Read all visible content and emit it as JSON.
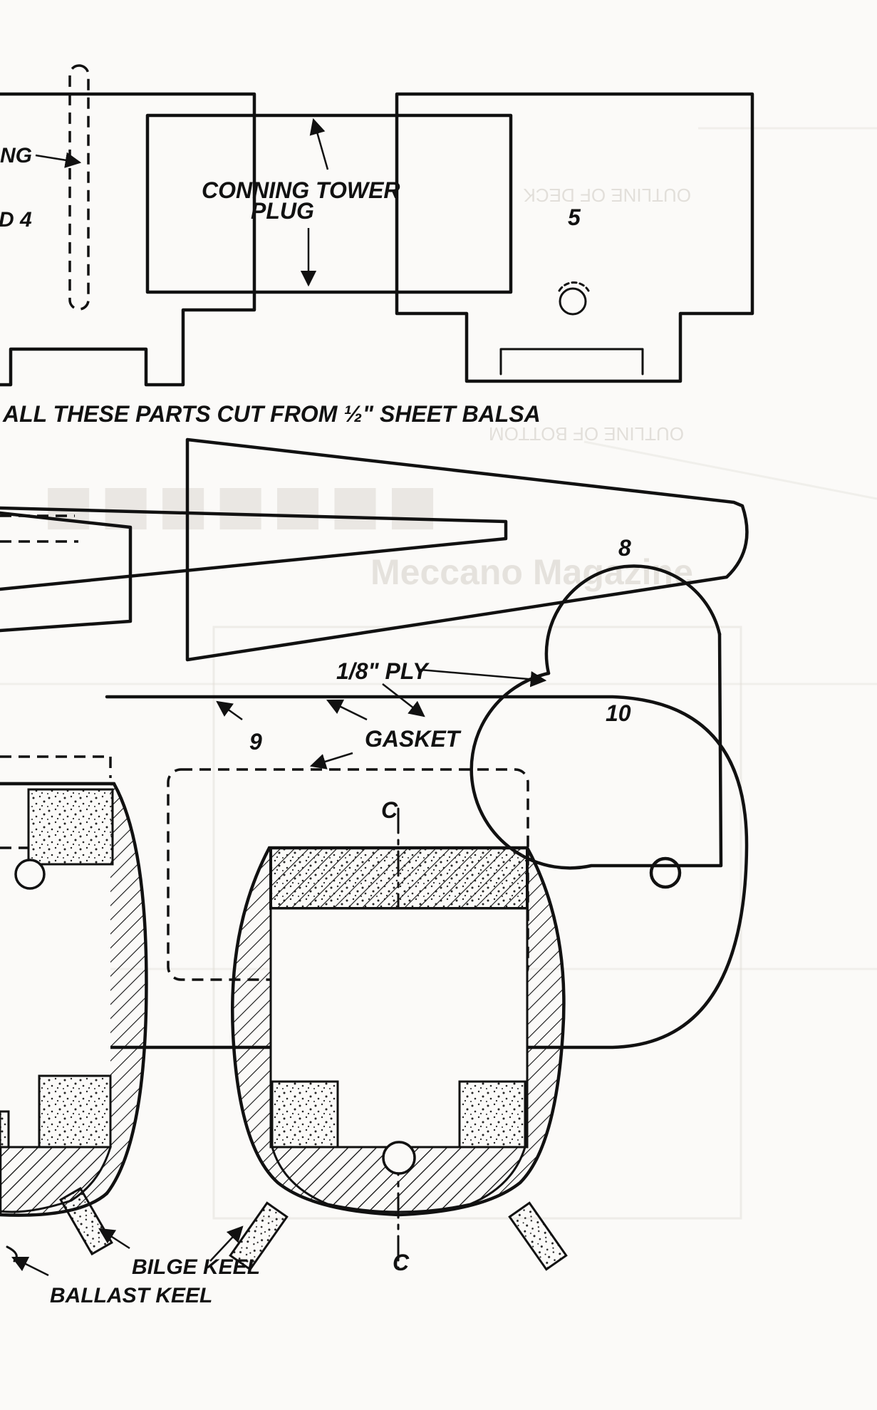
{
  "labels": {
    "ng": "NG",
    "d4": "D 4",
    "conning_tower_line1": "CONNING TOWER",
    "conning_tower_line2": "PLUG",
    "part5": "5",
    "sheet_note": "ALL THESE PARTS CUT FROM ½\" SHEET BALSA",
    "part8": "8",
    "ply": "1/8\" PLY",
    "part10": "10",
    "part9": "9",
    "gasket": "GASKET",
    "centre_top": "C",
    "centre_bottom": "C",
    "bilge_keel": "BILGE KEEL",
    "ballast_keel": "BALLAST KEEL"
  },
  "watermark": {
    "magazine": "Meccano Magazine",
    "outline_deck": "OUTLINE OF DECK",
    "outline_bottom": "OUTLINE OF BOTTOM"
  },
  "colors": {
    "ink": "#111111",
    "paper": "#fbfaf8",
    "bleed_through": "#ddd9d3"
  }
}
